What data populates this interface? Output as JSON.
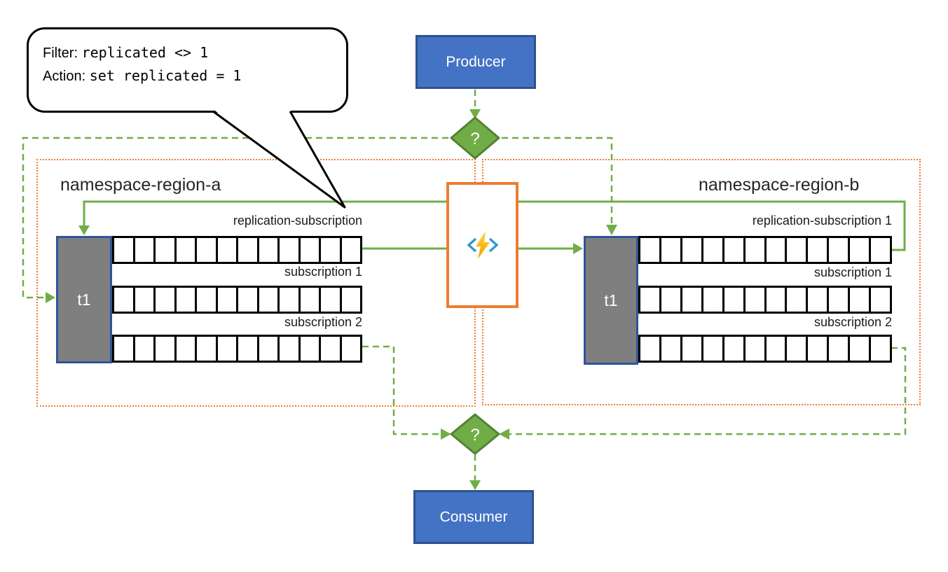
{
  "callout": {
    "filter_label": "Filter:",
    "filter_code": "replicated <> 1",
    "action_label": "Action:",
    "action_code": "set replicated = 1"
  },
  "producer": {
    "label": "Producer"
  },
  "consumer": {
    "label": "Consumer"
  },
  "router_top": {
    "label": "?"
  },
  "router_bottom": {
    "label": "?"
  },
  "function_box": {
    "icon": "azure-functions-icon"
  },
  "regions": [
    {
      "name": "namespace-region-a",
      "topic": "t1",
      "subscriptions": [
        {
          "label": "replication-subscription"
        },
        {
          "label": "subscription 1"
        },
        {
          "label": "subscription 2"
        }
      ]
    },
    {
      "name": "namespace-region-b",
      "topic": "t1",
      "subscriptions": [
        {
          "label": "replication-subscription 1"
        },
        {
          "label": "subscription 1"
        },
        {
          "label": "subscription 2"
        }
      ]
    }
  ],
  "layout_hints": {
    "cells_per_row": 12,
    "legend_position": "none",
    "grid": "off"
  },
  "colors": {
    "arrow_green": "#70AD47",
    "diamond_border_green": "#548235",
    "endpoint_blue": "#4472C4",
    "endpoint_border_blue": "#2F528F",
    "region_orange": "#ED7D31",
    "topic_gray": "#7F7F7F",
    "topic_border_navy": "#2F5496",
    "bolt_yellow": "#FFC924",
    "bracket_blue": "#2E9BD0"
  }
}
